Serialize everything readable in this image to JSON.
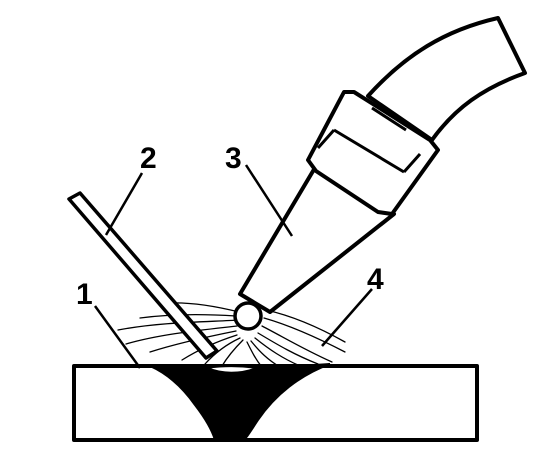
{
  "labels": {
    "base_metal": "1",
    "filler_rod": "2",
    "torch": "3",
    "flame": "4"
  },
  "colors": {
    "ink": "#000000",
    "paper": "#ffffff"
  }
}
